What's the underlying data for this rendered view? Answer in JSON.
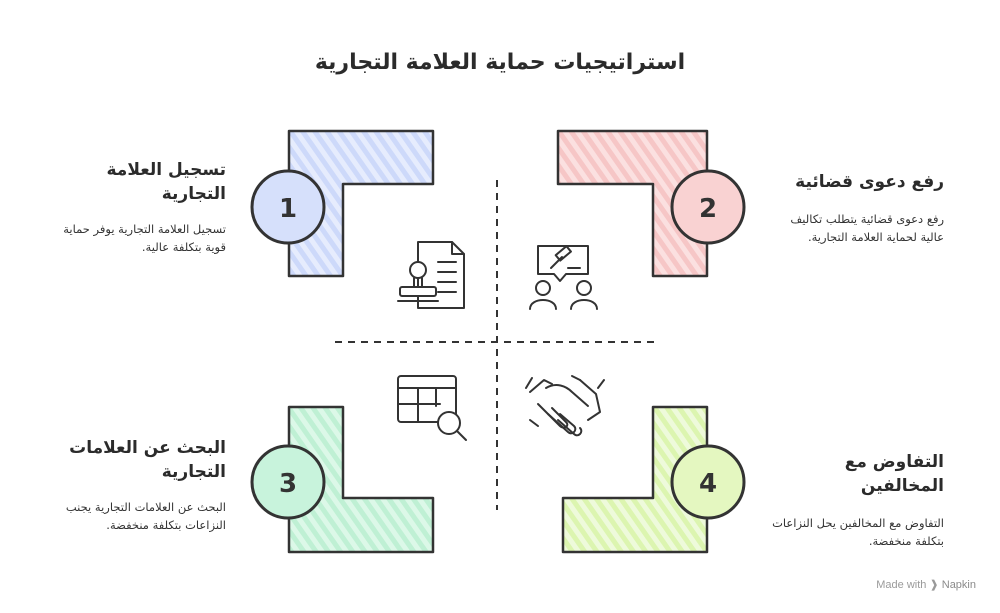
{
  "title": "استراتيجيات حماية العلامة التجارية",
  "steps": [
    {
      "number": "1",
      "heading": "تسجيل العلامة التجارية",
      "description": "تسجيل العلامة التجارية يوفر حماية قوية بتكلفة عالية.",
      "color": "#d6e0fb"
    },
    {
      "number": "2",
      "heading": "رفع دعوى قضائية",
      "description": "رفع دعوى قضائية يتطلب تكاليف عالية لحماية العلامة التجارية.",
      "color": "#f9d2d2"
    },
    {
      "number": "3",
      "heading": "البحث عن العلامات التجارية",
      "description": "البحث عن العلامات التجارية يجنب النزاعات بتكلفة منخفضة.",
      "color": "#c8f3dc"
    },
    {
      "number": "4",
      "heading": "التفاوض مع المخالفين",
      "description": "التفاوض مع المخالفين يحل النزاعات بتكلفة منخفضة.",
      "color": "#e4f7c0"
    }
  ],
  "icons": [
    "registration-document-icon",
    "lawsuit-gavel-icon",
    "search-table-icon",
    "handshake-icon"
  ],
  "watermark": {
    "prefix": "Made with",
    "brand": "Napkin"
  }
}
